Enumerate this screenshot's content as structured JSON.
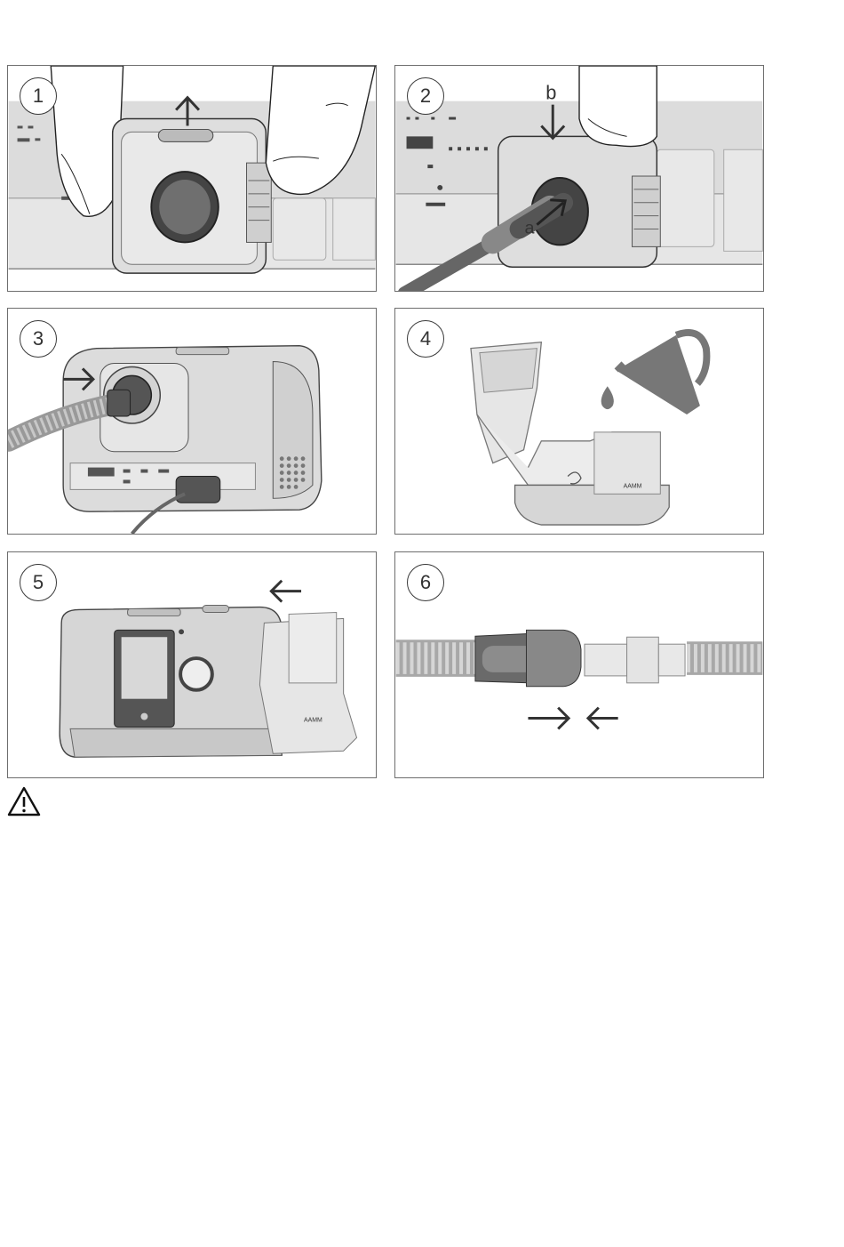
{
  "steps": [
    {
      "number": "1"
    },
    {
      "number": "2",
      "labels": {
        "a": "a",
        "b": "b"
      }
    },
    {
      "number": "3"
    },
    {
      "number": "4"
    },
    {
      "number": "5",
      "device_label": "AAMM"
    },
    {
      "number": "6"
    }
  ],
  "icons": {
    "warning": "warning-triangle-icon",
    "arrow": "arrow-icon",
    "water_jug": "water-jug-icon",
    "water_drop": "water-drop-icon"
  },
  "colors": {
    "device_face": "#dcdcdc",
    "device_light": "#ececec",
    "dark_grey": "#555555",
    "outline": "#3a3a3a"
  }
}
